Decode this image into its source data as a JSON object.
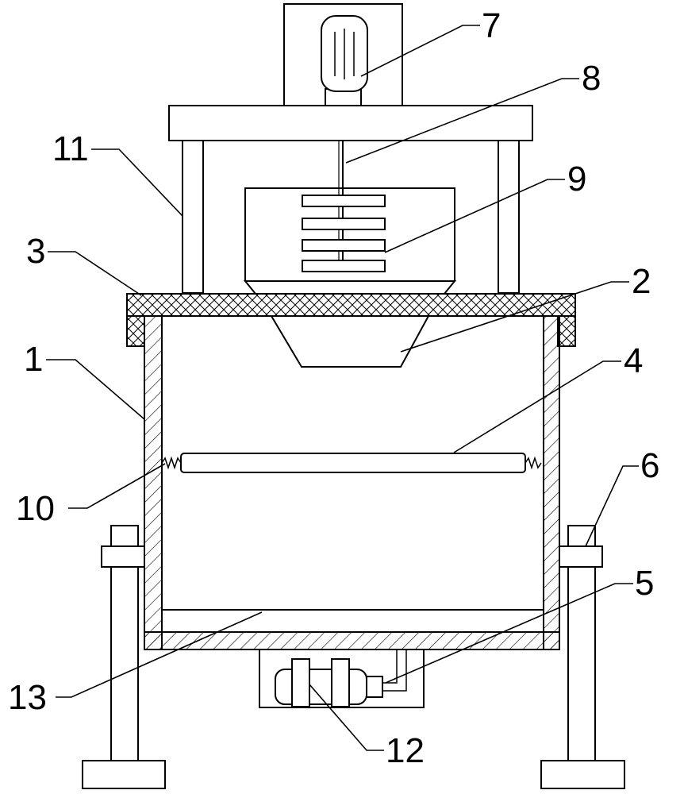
{
  "labels": [
    {
      "id": "1",
      "text": "1"
    },
    {
      "id": "2",
      "text": "2"
    },
    {
      "id": "3",
      "text": "3"
    },
    {
      "id": "4",
      "text": "4"
    },
    {
      "id": "5",
      "text": "5"
    },
    {
      "id": "6",
      "text": "6"
    },
    {
      "id": "7",
      "text": "7"
    },
    {
      "id": "8",
      "text": "8"
    },
    {
      "id": "9",
      "text": "9"
    },
    {
      "id": "10",
      "text": "10"
    },
    {
      "id": "11",
      "text": "11"
    },
    {
      "id": "12",
      "text": "12"
    },
    {
      "id": "13",
      "text": "13"
    }
  ],
  "colors": {
    "line": "#000000",
    "background": "#ffffff"
  }
}
